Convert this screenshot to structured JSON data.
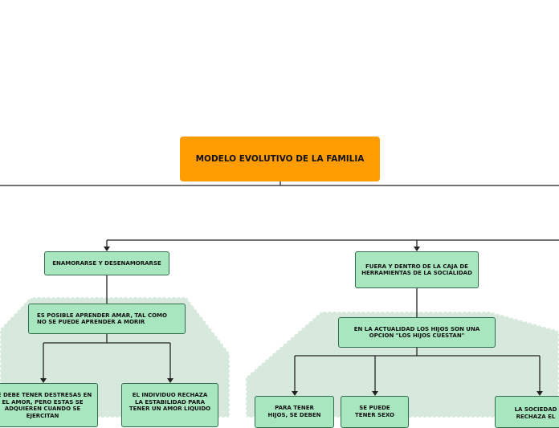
{
  "root": {
    "title": "MODELO EVOLUTIVO DE LA FAMILIA"
  },
  "branches": {
    "left": {
      "label": "ENAMORARSE Y DESENAMORARSE",
      "child": {
        "label": "ES POSIBLE APRENDER AMAR, TAL COMO NO SE PUEDE APRENDER A MORIR",
        "children": [
          {
            "label": "SE DEBE TENER DESTRESAS EN EL AMOR, PERO ESTAS SE ADQUIEREN CUANDO SE EJERCITAN"
          },
          {
            "label": "EL INDIVIDUO RECHAZA LA ESTABILIDAD PARA TENER UN AMOR LIQUIDO"
          }
        ]
      }
    },
    "right": {
      "label": "FUERA Y DENTRO DE LA CAJA DE HERRAMIENTAS DE LA SOCIALIDAD",
      "child": {
        "label": "EN LA ACTUALIDAD LOS HIJOS SON UNA OPCION \"LOS HIJOS CUESTAN\"",
        "children": [
          {
            "label": "PARA TENER HIJOS, SE DEBEN"
          },
          {
            "label": "SE PUEDE TENER SEXO"
          },
          {
            "label": "LA SOCIEDAD RECHAZA EL"
          }
        ]
      }
    }
  },
  "colors": {
    "root_fill": "#ff9c00",
    "node_fill": "#a8e6c0",
    "node_border": "#2f6e4a",
    "group_fill": "#d7e8dd",
    "group_border": "#ffffff",
    "connector": "#222222"
  }
}
